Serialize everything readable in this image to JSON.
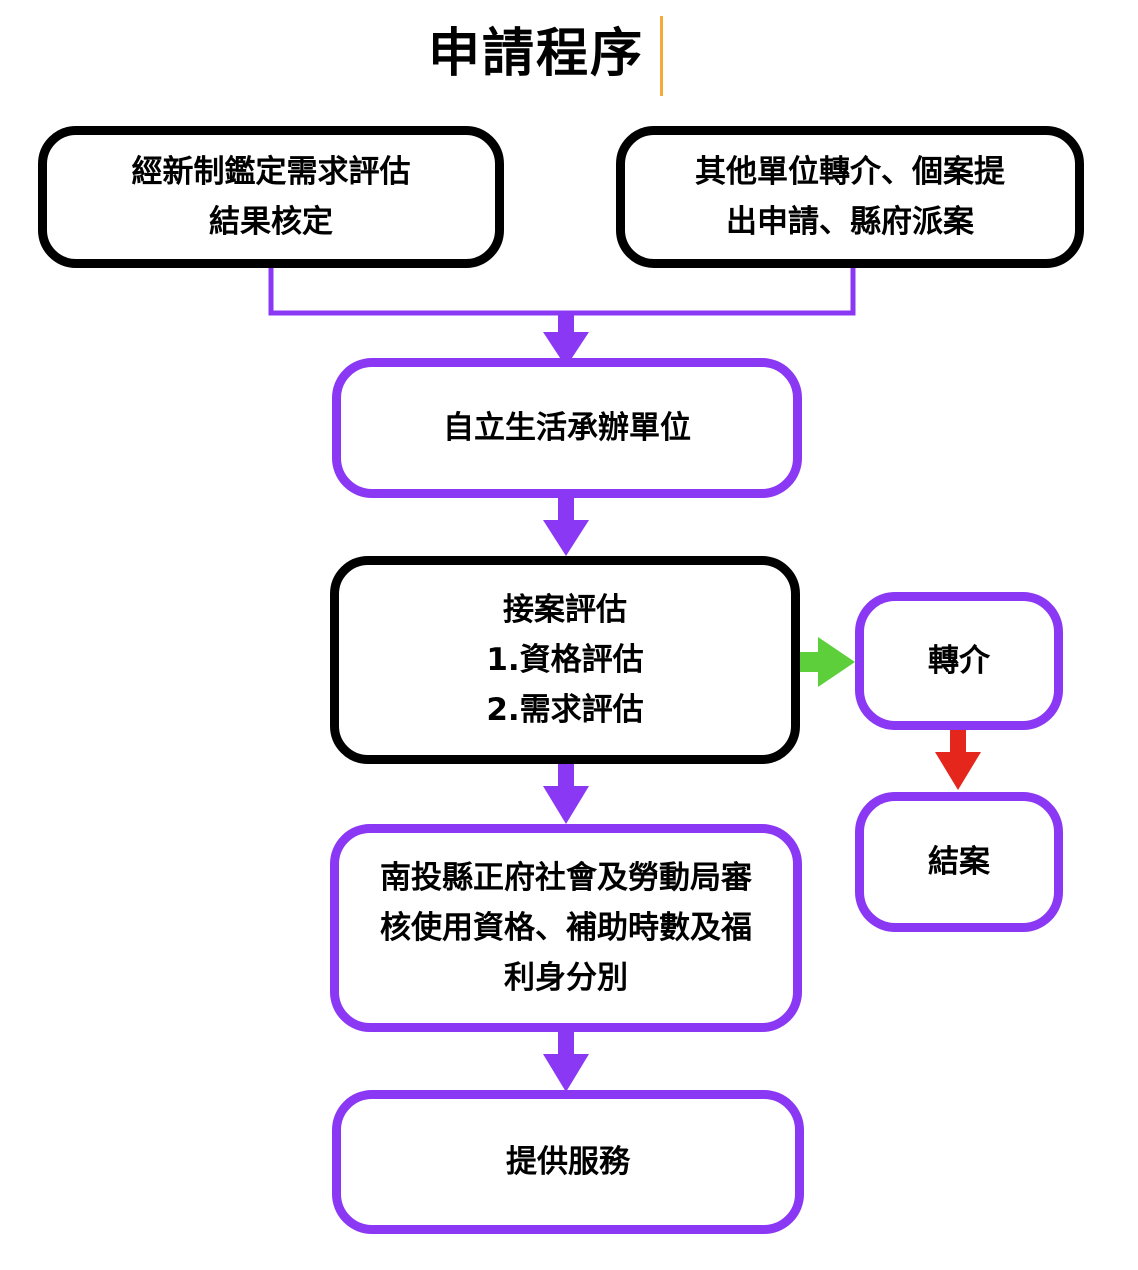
{
  "title": "申請程序",
  "colors": {
    "accent_purple": "#8b38f5",
    "arrow_green": "#5ccf3a",
    "arrow_red": "#e5261c",
    "black": "#000000",
    "cursor": "#f4a93a"
  },
  "nodes": {
    "source_assessment": "經新制鑑定需求評估\n結果核定",
    "source_referral": "其他單位轉介、個案提\n出申請、縣府派案",
    "provider": "自立生活承辦單位",
    "intake": "接案評估\n1.資格評估\n2.需求評估",
    "referral": "轉介",
    "close_case": "結案",
    "review": "南投縣正府社會及勞動局審\n核使用資格、補助時數及福\n利身分別",
    "service": "提供服務"
  },
  "edges": [
    {
      "from": "source_assessment",
      "to": "provider",
      "color": "purple"
    },
    {
      "from": "source_referral",
      "to": "provider",
      "color": "purple"
    },
    {
      "from": "provider",
      "to": "intake",
      "color": "purple"
    },
    {
      "from": "intake",
      "to": "referral",
      "color": "green"
    },
    {
      "from": "referral",
      "to": "close_case",
      "color": "red"
    },
    {
      "from": "intake",
      "to": "review",
      "color": "purple"
    },
    {
      "from": "review",
      "to": "service",
      "color": "purple"
    }
  ]
}
